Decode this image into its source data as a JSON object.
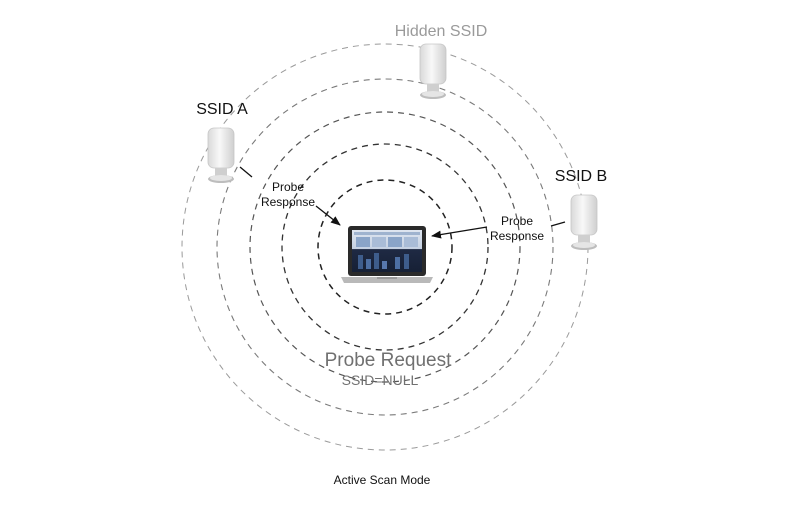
{
  "access_points": {
    "hidden": {
      "label": "Hidden SSID"
    },
    "a": {
      "label": "SSID A"
    },
    "b": {
      "label": "SSID B"
    }
  },
  "responses": {
    "a": {
      "line1": "Probe",
      "line2": "Response"
    },
    "b": {
      "line1": "Probe",
      "line2": "Response"
    }
  },
  "request": {
    "title": "Probe Request",
    "subtitle": "SSID=NULL"
  },
  "caption": "Active Scan Mode",
  "colors": {
    "ring_inner": "#222222",
    "ring_mid": "#555555",
    "ring_outer": "#9a9a9a",
    "hidden_label": "#9a9a9a",
    "request_text": "#707070",
    "laptop_screen": "#1c2436"
  },
  "icons": {
    "access_point": "access-point-icon",
    "laptop": "laptop-icon"
  }
}
